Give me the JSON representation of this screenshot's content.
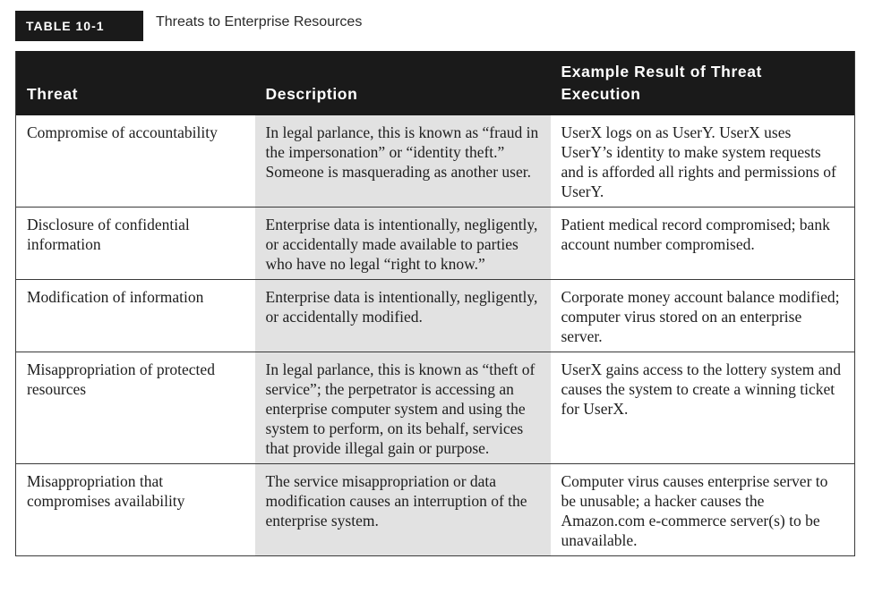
{
  "caption": {
    "tag": "TABLE 10-1",
    "title": "Threats to Enterprise Resources"
  },
  "table": {
    "headers": [
      "Threat",
      "Description",
      "Example Result of Threat Execution"
    ],
    "rows": [
      {
        "threat": "Compromise of accountability",
        "description": "In legal parlance, this is known as “fraud in the impersonation” or “identity theft.” Someone is masquerading as another user.",
        "example": "UserX logs on as UserY. UserX uses UserY’s identity to make system requests and is afforded all rights and permissions of UserY."
      },
      {
        "threat": "Disclosure of confidential information",
        "description": "Enterprise data is intentionally, negligently, or accidentally made available to parties who have no legal “right to know.”",
        "example": "Patient medical record compromised; bank account number compromised."
      },
      {
        "threat": "Modification of information",
        "description": "Enterprise data is intentionally, negligently, or accidentally modified.",
        "example": "Corporate money account balance modified; computer virus stored on an enterprise server."
      },
      {
        "threat": "Misappropriation of protected resources",
        "description": "In legal parlance, this is known as “theft of service”; the perpetrator is accessing an enterprise computer system and using the system to perform, on its behalf, services that provide illegal gain or purpose.",
        "example": "UserX gains access to the lottery system and causes the system to create a winning ticket for UserX."
      },
      {
        "threat": "Misappropriation that compromises availability",
        "description": "The service misappropriation or data modification causes an interruption of the enterprise system.",
        "example": "Computer virus causes enterprise server to be unusable; a hacker causes the Amazon.com e-commerce server(s) to be unavailable."
      }
    ]
  }
}
